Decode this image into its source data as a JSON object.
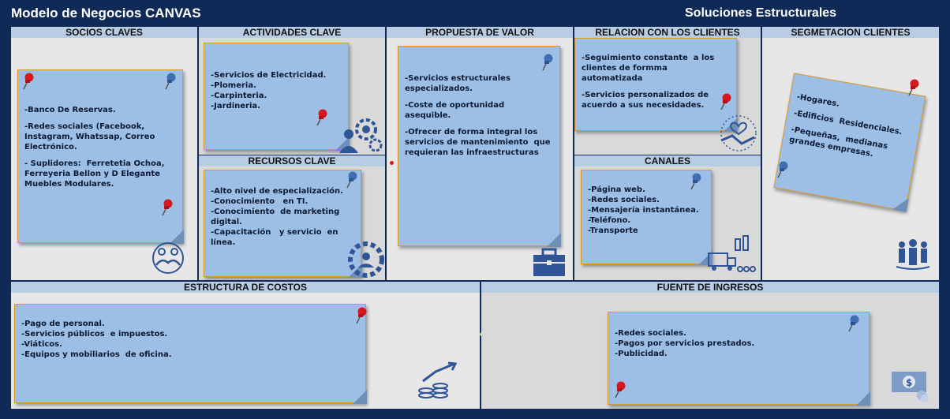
{
  "header": {
    "title": "Modelo de Negocios CANVAS",
    "company": "Soluciones Estructurales"
  },
  "sections": {
    "socios": {
      "title": "SOCIOS CLAVES",
      "lines": [
        "-Banco De Reservas.",
        "",
        "-Redes sociales (Facebook, Instagram, Whatssap, Correo Electrónico.",
        "",
        "- Suplidores:  Ferretetia Ochoa, Ferreyeria Bellon y D Elegante Muebles Modulares."
      ]
    },
    "actividades": {
      "title": "ACTIVIDADES CLAVE",
      "lines": [
        "-Servicios de Electricidad.",
        "-Plomeria.",
        "-Carpinteria.",
        "-Jardineria."
      ]
    },
    "recursos": {
      "title": "RECURSOS  CLAVE",
      "lines": [
        "-Alto nivel de especialización.",
        "-Conocimiento   en TI.",
        "-Conocimiento  de marketing digital.",
        "-Capacitación   y servicio  en línea."
      ]
    },
    "propuesta": {
      "title": "PROPUESTA DE VALOR",
      "lines": [
        "-Servicios estructurales especializados.",
        "",
        "-Coste de oportunidad  asequible.",
        "",
        "-Ofrecer de forma integral los servicios de mantenimiento  que requieran las infraestructuras"
      ]
    },
    "relacion": {
      "title": "RELACION  CON LOS CLIENTES",
      "lines": [
        "-Seguimiento constante  a los clientes de formma automatizada",
        "",
        "-Servicios personalizados de acuerdo a sus necesidades."
      ]
    },
    "canales": {
      "title": "CANALES",
      "lines": [
        "-Página web.",
        "-Redes sociales.",
        "-Mensajería instantánea.",
        "-Teléfono.",
        "-Transporte"
      ]
    },
    "segmentacion": {
      "title": "SEGMETACION CLIENTES",
      "lines": [
        "-Hogares.",
        "",
        "-Edificios  Residenciales.",
        "",
        "-Pequeñas,  medianas grandes empresas."
      ]
    },
    "costos": {
      "title": "ESTRUCTURA DE COSTOS",
      "lines": [
        "-Pago de personal.",
        "-Servicios públicos  e impuestos.",
        "-Viáticos.",
        "-Equipos y mobiliarios  de oficina."
      ]
    },
    "ingresos": {
      "title": "FUENTE DE INGRESOS",
      "lines": [
        "-Redes sociales.",
        "-Pagos por servicios prestados.",
        "-Publicidad."
      ]
    }
  },
  "icons": {
    "partners": "handshake-people-icon",
    "activities": "worker-gears-icon",
    "resources": "team-gear-icon",
    "value": "briefcase-icon",
    "relationship": "handshake-heart-icon",
    "channels": "delivery-truck-icon",
    "segments": "people-group-icon",
    "costs": "coins-growth-icon",
    "revenue": "money-bill-icon"
  },
  "colors": {
    "frame": "#0f2a56",
    "header_band": "#b8cce4",
    "note": "#9dbfe6",
    "note_border": "#d99a2b",
    "pin_red": "#d6171f",
    "pin_blue": "#3f6fb0",
    "icon": "#2f5597"
  }
}
